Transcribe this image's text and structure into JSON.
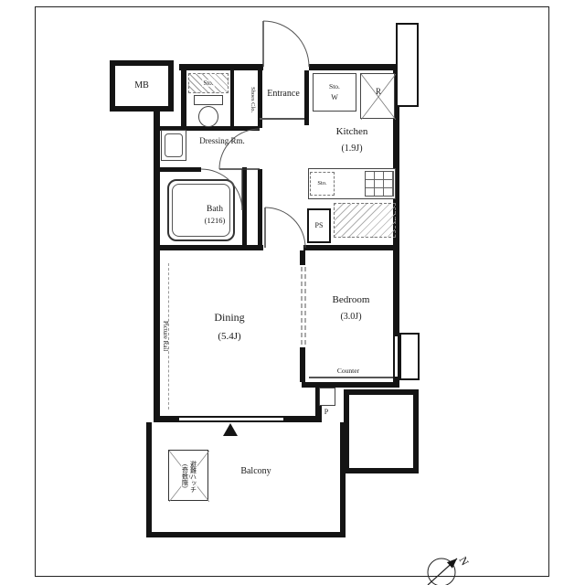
{
  "labels": {
    "mb": "MB",
    "sto_toilet": "Sto.",
    "shoes_closet": "Shoes Clo.",
    "entrance": "Entrance",
    "sto_kitchen_wall": "Sto.",
    "washer": "W",
    "refrigerator": "R",
    "kitchen_name": "Kitchen",
    "kitchen_size": "(1.9J)",
    "dressing_room": "Dressing Rm.",
    "bath_name": "Bath",
    "bath_size": "(1216)",
    "sto_small": "Sto.",
    "pipe_space": "PS",
    "dining_name": "Dining",
    "dining_size": "(5.4J)",
    "bedroom_name": "Bedroom",
    "bedroom_size": "(3.0J)",
    "picture_rail": "Picture Rail",
    "counter": "Counter",
    "pole": "P",
    "balcony": "Balcony",
    "evac_hatch_1": "避難ハッチ",
    "evac_hatch_2": "(奇数階)",
    "compass_north": "N"
  },
  "colors": {
    "wall": "#141414",
    "line": "#444444",
    "hatch": "#9a9a9a",
    "background": "#ffffff"
  }
}
